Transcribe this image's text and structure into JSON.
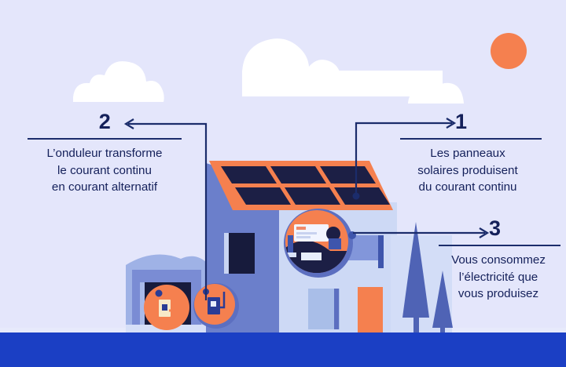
{
  "infographic": {
    "title_alt": "Schéma autoconsommation solaire",
    "background_color": "#E4E6FB",
    "accent_navy": "#1B2C6B",
    "accent_orange": "#F5804F",
    "ground_band_color": "#1B3FC4"
  },
  "sky": {
    "sun": {
      "name": "sun",
      "color": "#F5804F"
    },
    "clouds": [
      {
        "name": "cloud-left",
        "color": "#FFFFFF"
      },
      {
        "name": "cloud-center",
        "color": "#FFFFFF"
      },
      {
        "name": "cloud-right-small",
        "color": "#FFFFFF"
      },
      {
        "name": "cloud-far-right",
        "color": "#FFFFFF"
      }
    ]
  },
  "steps": [
    {
      "id": "step-1",
      "number": "1",
      "text": "Les panneaux\nsolaires produisent\ndu courant continu",
      "arrow_direction": "right",
      "points_to": "solar-panels-on-roof"
    },
    {
      "id": "step-2",
      "number": "2",
      "text": "L’onduleur transforme\nle courant continu\nen courant alternatif",
      "arrow_direction": "left",
      "points_to": "inverter-magnifier"
    },
    {
      "id": "step-3",
      "number": "3",
      "text": "Vous consommez\nl’électricité que\nvous produisez",
      "arrow_direction": "right",
      "points_to": "living-room-magnifier"
    }
  ],
  "scene": {
    "house": {
      "name": "house",
      "left_wall_color": "#6B7FCB",
      "right_wall_color": "#CDD9F5",
      "roof_frame_color": "#F5804F",
      "panel_color": "#1C1F45",
      "panel_grid": {
        "columns": 3,
        "rows": 2
      }
    },
    "garage": {
      "name": "garage",
      "wall_color": "#7A8CD4",
      "door_color": "#171B3C"
    },
    "door_orange": {
      "name": "front-door",
      "color": "#F5804F"
    },
    "window_light": {
      "name": "side-window",
      "color": "#A9BEE8"
    },
    "trees": [
      {
        "name": "tree-tall",
        "color": "#4F63B5"
      },
      {
        "name": "tree-short",
        "color": "#4F63B5"
      }
    ],
    "magnifiers": [
      {
        "name": "inverter-magnifier-garage",
        "fill": "#F5804F",
        "content": "inverter-unit"
      },
      {
        "name": "inverter-magnifier-wall",
        "fill": "#F5804F",
        "ring": "#5C6FC0",
        "content": "inverter-unit"
      },
      {
        "name": "living-room-magnifier",
        "fill": "#F5804F",
        "ring": "#5C6FC0",
        "content": "person-on-sofa-with-tv"
      }
    ]
  }
}
